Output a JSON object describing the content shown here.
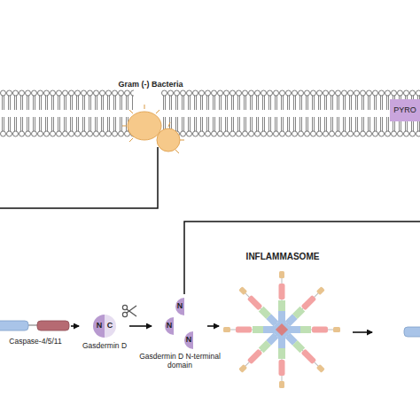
{
  "diagram": {
    "nodes": [
      {
        "text": [
          "Gram (-) Bacteria"
        ]
      },
      {
        "text": [
          "PYRO"
        ]
      },
      {
        "text": [
          "Caspase-4/5/11"
        ]
      },
      {
        "text": [
          "N",
          "C",
          "Gasdermin D"
        ]
      },
      {
        "text": [
          "Gasdermin D N-terminal domain"
        ]
      },
      {
        "text": [
          "N"
        ],
        "in": 4
      },
      {
        "text": [
          "N"
        ],
        "in": 4
      },
      {
        "text": [
          "N"
        ],
        "in": 4
      },
      {
        "text": [
          "INFLAMMASOME"
        ]
      }
    ],
    "edges": [
      {
        "from": 2,
        "to": 3,
        "arrow": "to"
      },
      {
        "from": 3,
        "to": 4,
        "arrow": "to"
      },
      {
        "from": 4,
        "to": 8,
        "arrow": "to"
      }
    ]
  }
}
